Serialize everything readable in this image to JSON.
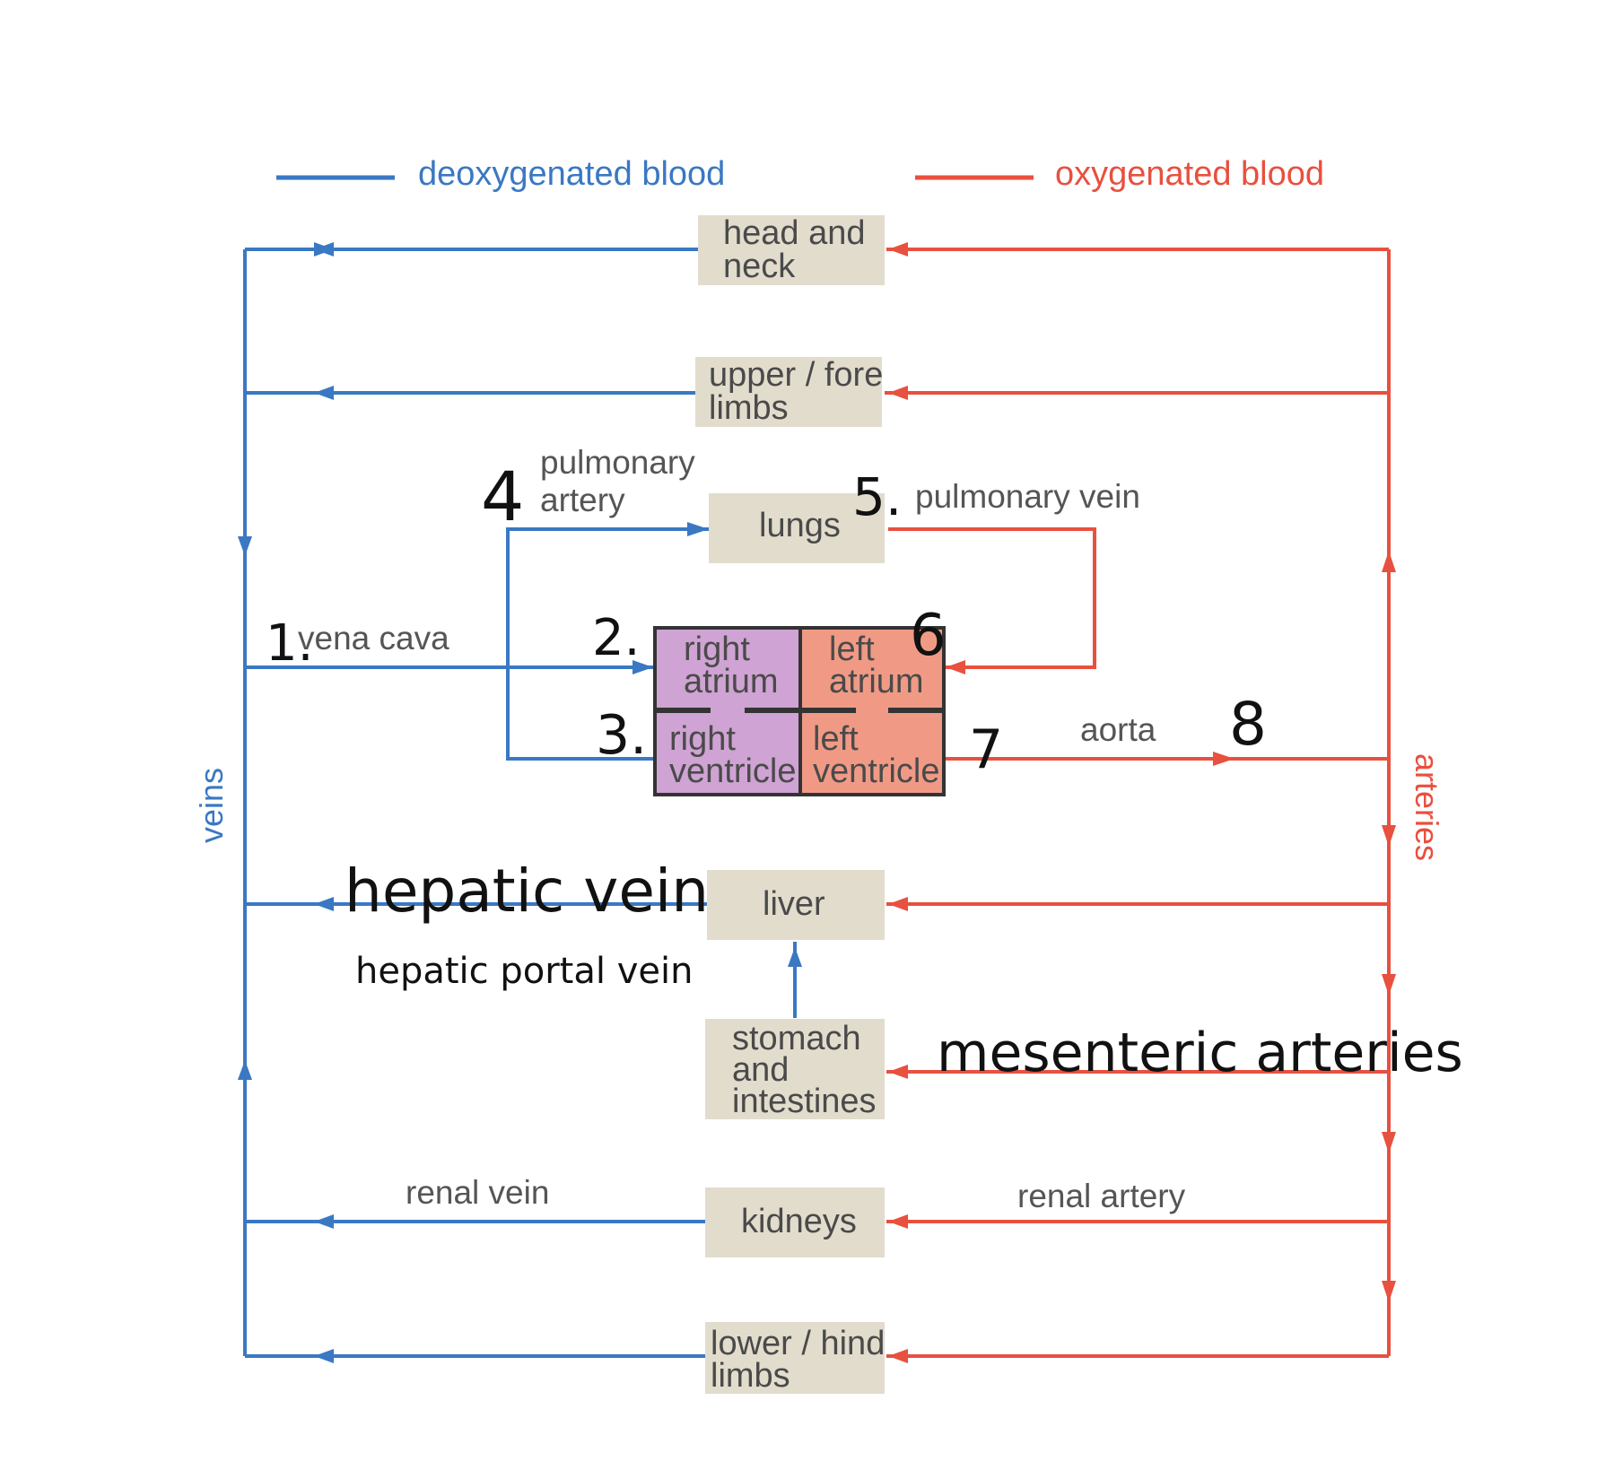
{
  "colors": {
    "deoxygenated": "#3a78c3",
    "oxygenated": "#e8503f",
    "organ_box": "#e2dccd",
    "right_heart": "#cfa3d3",
    "left_heart": "#f09a86",
    "heart_outline": "#333333",
    "label_grey": "#555555",
    "handwriting": "#111111"
  },
  "legend": {
    "deoxygenated": "deoxygenated blood",
    "oxygenated": "oxygenated blood"
  },
  "side_labels": {
    "veins": "veins",
    "arteries": "arteries"
  },
  "organs": {
    "head_neck": [
      "head and",
      "neck"
    ],
    "upper_limbs": [
      "upper / fore",
      "limbs"
    ],
    "lungs": [
      "lungs"
    ],
    "liver": [
      "liver"
    ],
    "stomach": [
      "stomach",
      "and",
      "intestines"
    ],
    "kidneys": [
      "kidneys"
    ],
    "lower_limbs": [
      "lower / hind",
      "limbs"
    ]
  },
  "heart": {
    "right_atrium": [
      "right",
      "atrium"
    ],
    "left_atrium": [
      "left",
      "atrium"
    ],
    "right_ventricle": [
      "right",
      "ventricle"
    ],
    "left_ventricle": [
      "left",
      "ventricle"
    ]
  },
  "vessel_labels": {
    "pulmonary_artery": [
      "pulmonary",
      "artery"
    ],
    "pulmonary_vein": "pulmonary vein",
    "vena_cava": "vena cava",
    "aorta": "aorta",
    "renal_vein": "renal vein",
    "renal_artery": "renal artery"
  },
  "handwritten": {
    "n1": "1.",
    "n2": "2.",
    "n3": "3.",
    "n4": "4",
    "n5": "5.",
    "n6": "6",
    "n7": "7",
    "n8": "8",
    "hepatic_vein": "hepatic vein",
    "hepatic_portal_vein": "hepatic portal vein",
    "mesenteric_arteries": "mesenteric arteries"
  }
}
